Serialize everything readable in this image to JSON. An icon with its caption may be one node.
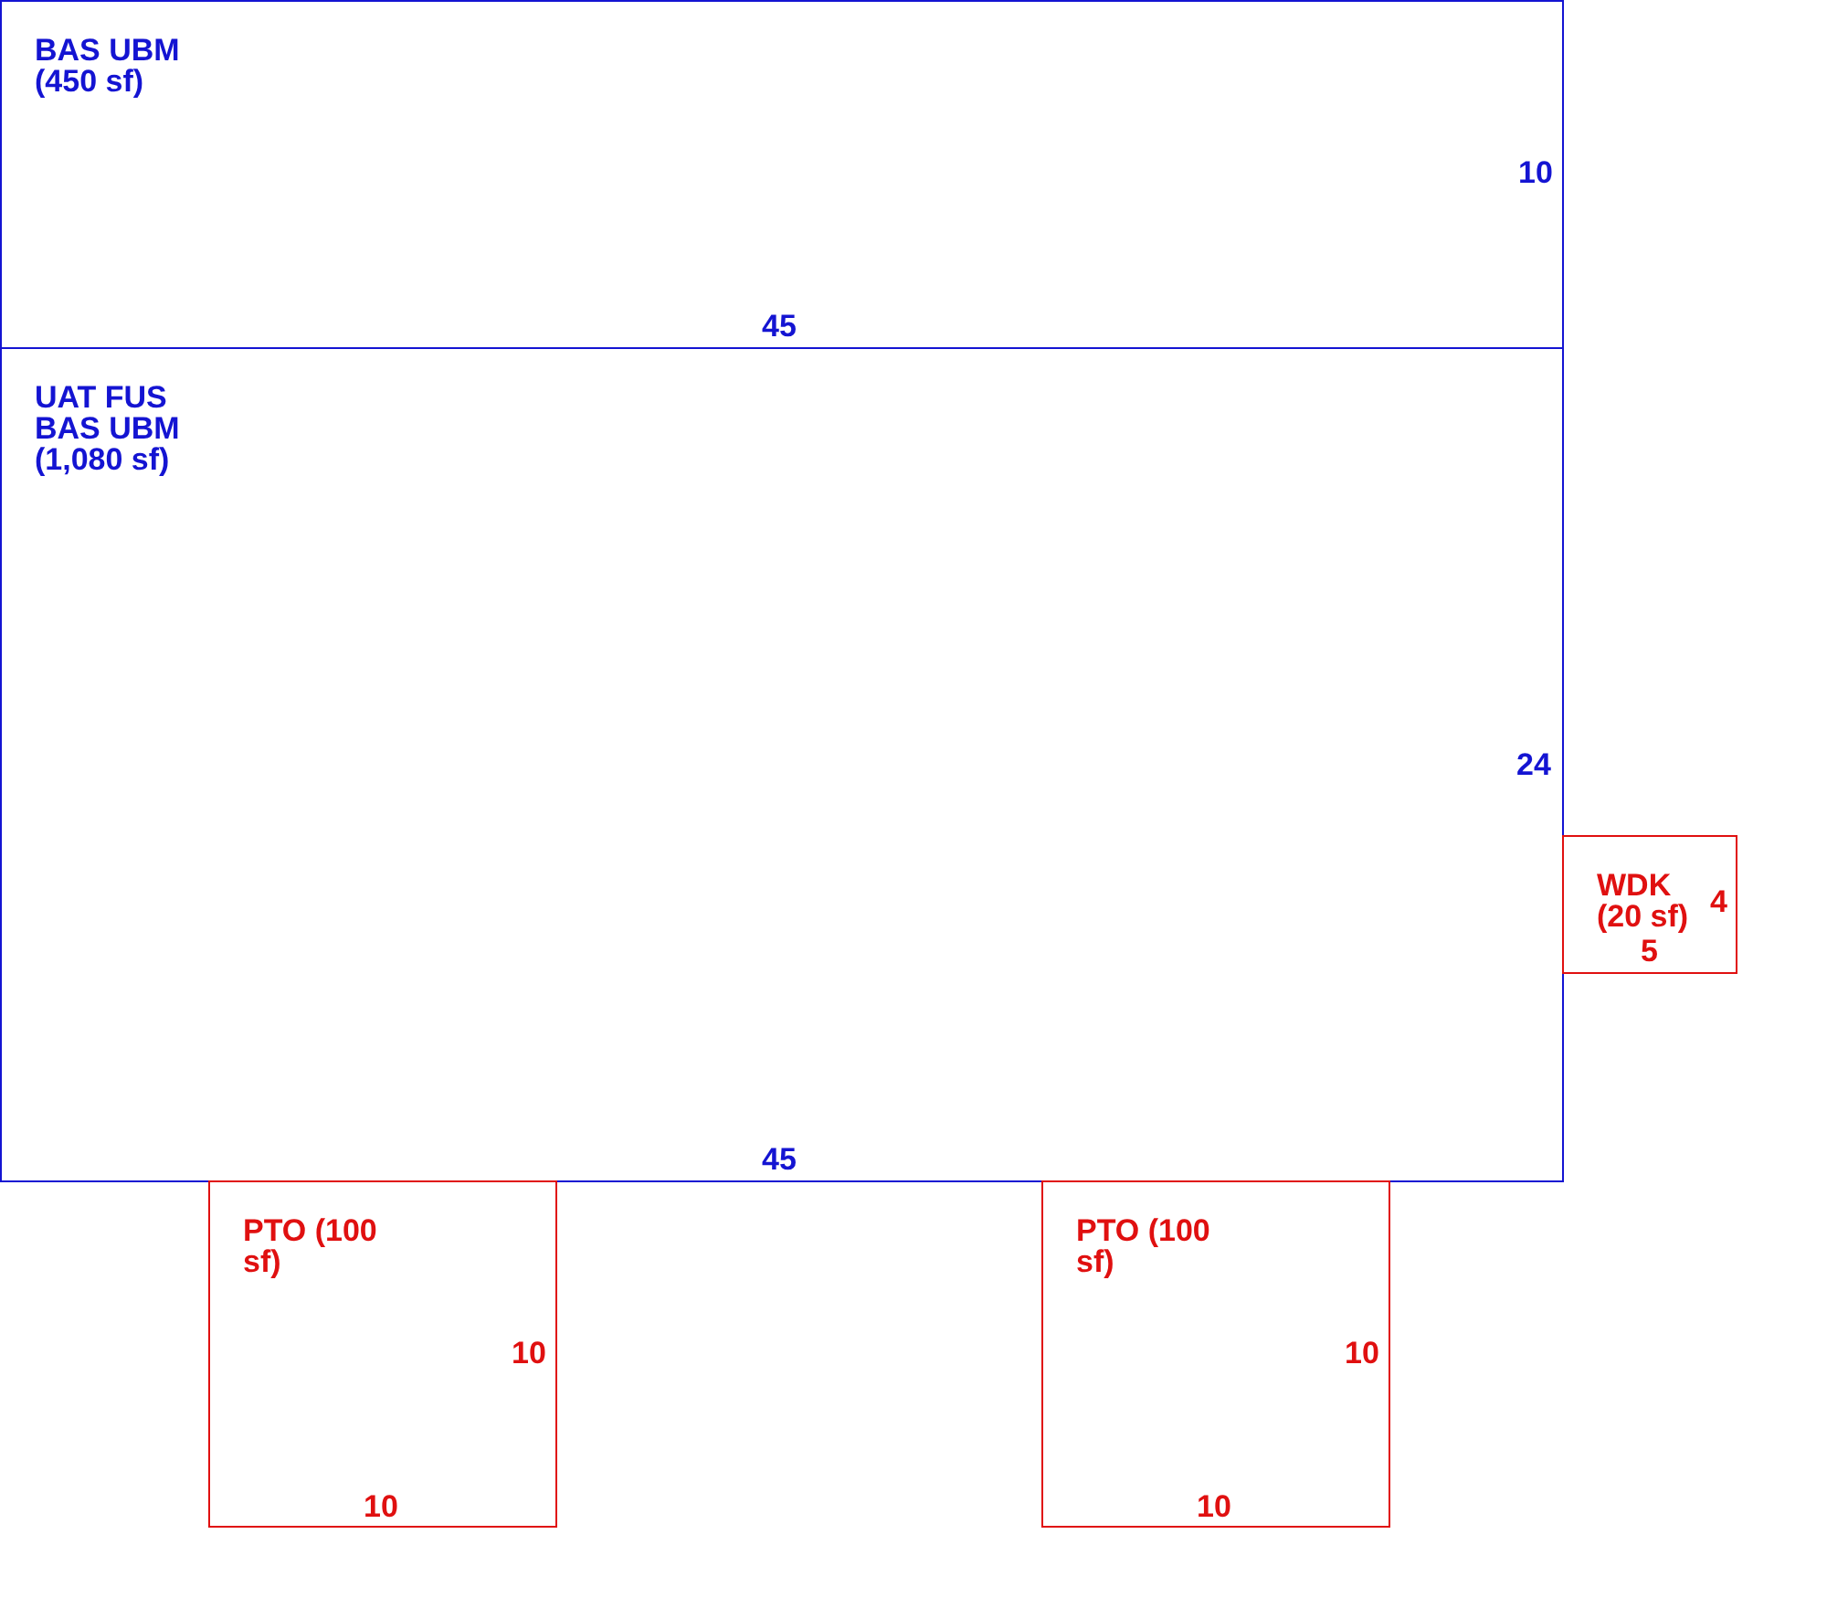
{
  "diagram": {
    "nodes": [
      {
        "text": [
          "BAS UBM (450 sf)"
        ]
      },
      {
        "text": [
          "UAT FUS BAS UBM (1,080 sf)"
        ]
      },
      {
        "text": [
          "WDK (20 sf)"
        ]
      },
      {
        "text": [
          "PTO (100 sf)"
        ]
      },
      {
        "text": [
          "PTO (100 sf)"
        ]
      }
    ],
    "edges": [],
    "labels": [
      "10",
      "45",
      "24",
      "4",
      "5",
      "45",
      "10",
      "10",
      "10",
      "10"
    ]
  }
}
